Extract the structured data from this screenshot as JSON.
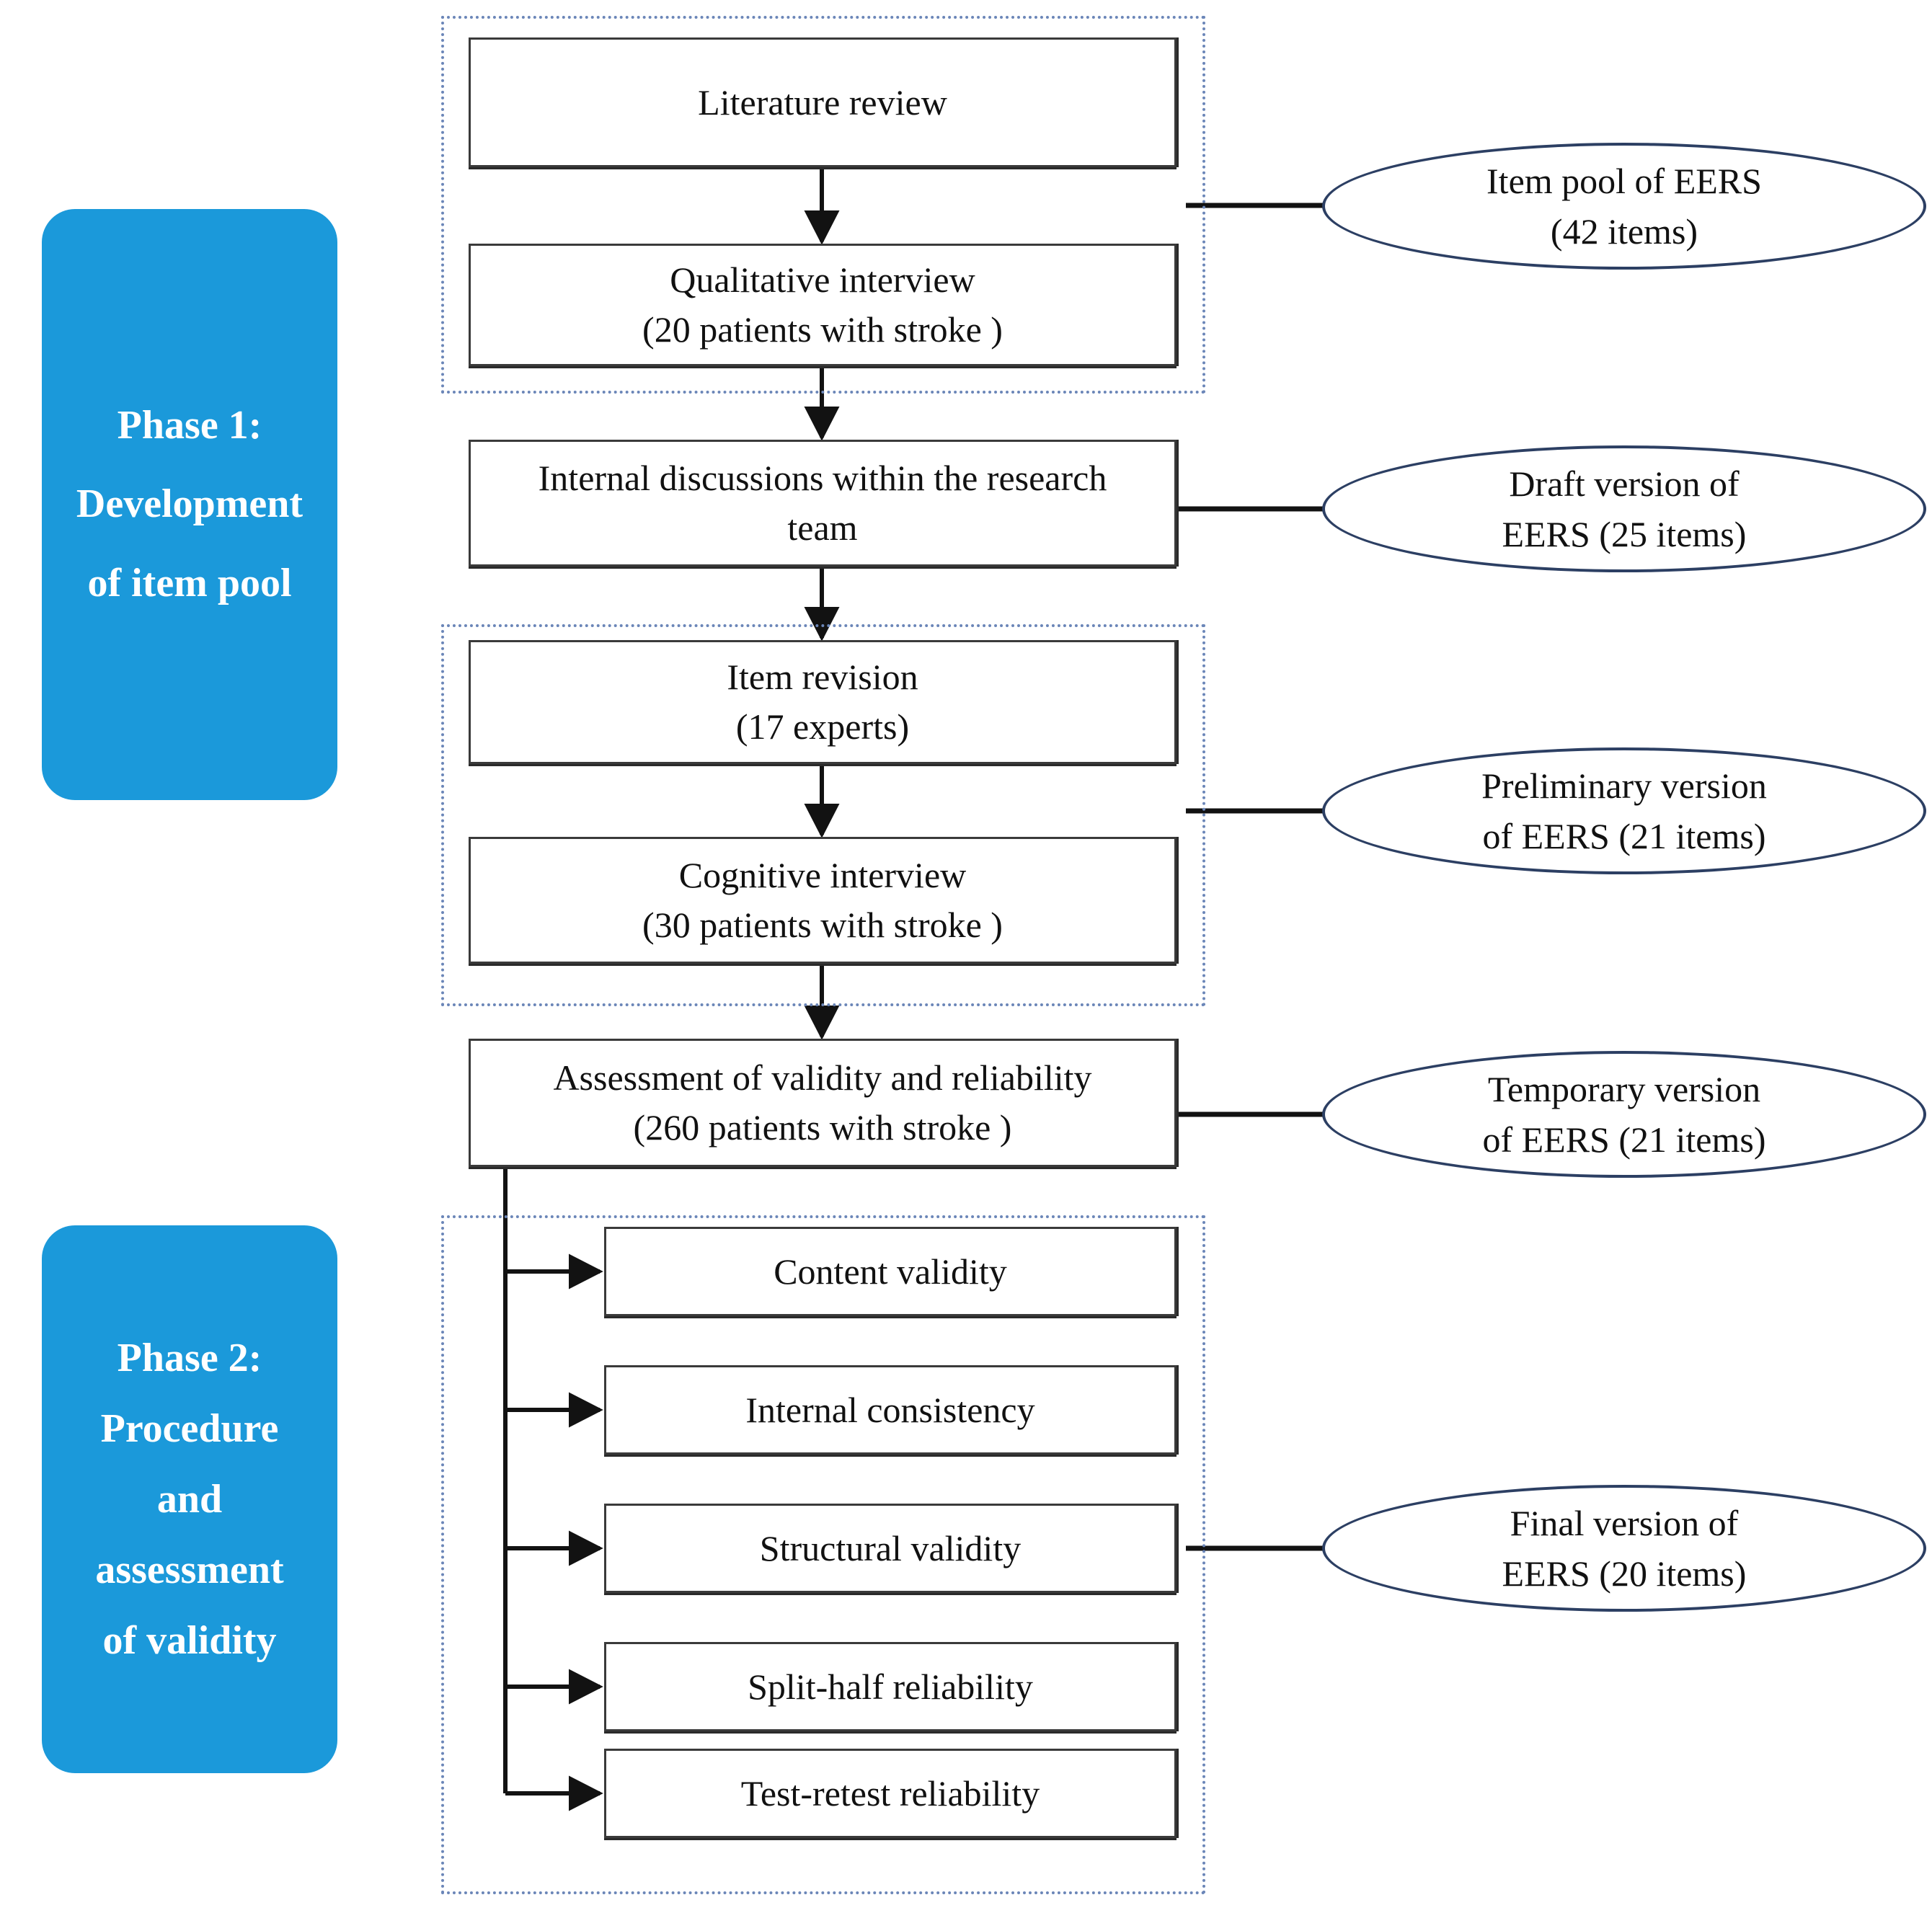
{
  "diagram": {
    "title": "EERS scale development and validation flowchart",
    "accent_blue": "#1b99da",
    "ellipse_stroke": "#2c3f63",
    "dotted_stroke": "#6b86b8",
    "box_stroke": "#3a3a3a"
  },
  "phases": [
    {
      "id": "phase-1",
      "line1": "Phase 1:",
      "line2": "Development",
      "line3": "of item pool"
    },
    {
      "id": "phase-2",
      "line1": "Phase 2:",
      "line2": "Procedure",
      "line3": "and",
      "line4": "assessment",
      "line5": "of validity"
    }
  ],
  "steps": [
    {
      "id": "literature-review",
      "line1": "Literature review",
      "line2": ""
    },
    {
      "id": "qualitative-interview",
      "line1": "Qualitative interview",
      "line2": "(20 patients with stroke )"
    },
    {
      "id": "internal-discussions",
      "line1": "Internal discussions within the research",
      "line2": "team"
    },
    {
      "id": "item-revision",
      "line1": "Item revision",
      "line2": "(17 experts)"
    },
    {
      "id": "cognitive-interview",
      "line1": "Cognitive interview",
      "line2": "(30 patients with stroke )"
    },
    {
      "id": "assessment",
      "line1": "Assessment of validity and reliability",
      "line2": "(260 patients with stroke )"
    }
  ],
  "assessments": [
    {
      "id": "content-validity",
      "label": "Content validity"
    },
    {
      "id": "internal-consistency",
      "label": "Internal consistency"
    },
    {
      "id": "structural-validity",
      "label": "Structural validity"
    },
    {
      "id": "split-half-reliability",
      "label": "Split-half reliability"
    },
    {
      "id": "test-retest-reliability",
      "label": "Test-retest reliability"
    }
  ],
  "outputs": [
    {
      "id": "item-pool",
      "line1": "Item pool of EERS",
      "line2": "(42 items)"
    },
    {
      "id": "draft-version",
      "line1": "Draft version of",
      "line2": "EERS (25 items)"
    },
    {
      "id": "preliminary-version",
      "line1": "Preliminary version",
      "line2": "of EERS (21 items)"
    },
    {
      "id": "temporary-version",
      "line1": "Temporary version",
      "line2": "of EERS (21 items)"
    },
    {
      "id": "final-version",
      "line1": "Final  version of",
      "line2": "EERS (20 items)"
    }
  ]
}
